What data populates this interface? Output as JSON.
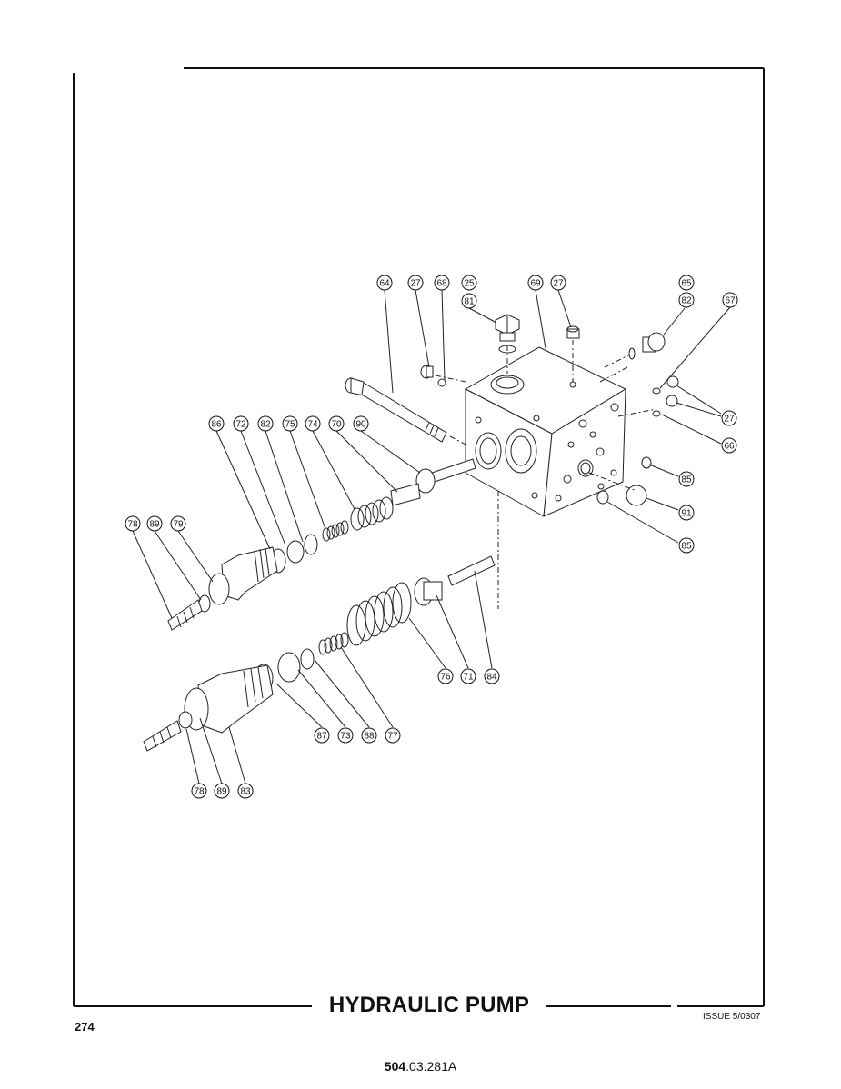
{
  "title": "HYDRAULIC PUMP",
  "page_number": "274",
  "issue": "ISSUE 5/0307",
  "reference": {
    "bold_part": "504",
    "rest": ".03.281A"
  },
  "callouts": [
    "64",
    "27",
    "68",
    "25",
    "81",
    "69",
    "27",
    "65",
    "82",
    "67",
    "27",
    "66",
    "85",
    "91",
    "85",
    "86",
    "72",
    "82",
    "75",
    "74",
    "70",
    "90",
    "78",
    "89",
    "79",
    "76",
    "71",
    "84",
    "87",
    "73",
    "88",
    "77",
    "78",
    "89",
    "83"
  ],
  "colors": {
    "ink": "#111111",
    "paper": "#ffffff"
  }
}
